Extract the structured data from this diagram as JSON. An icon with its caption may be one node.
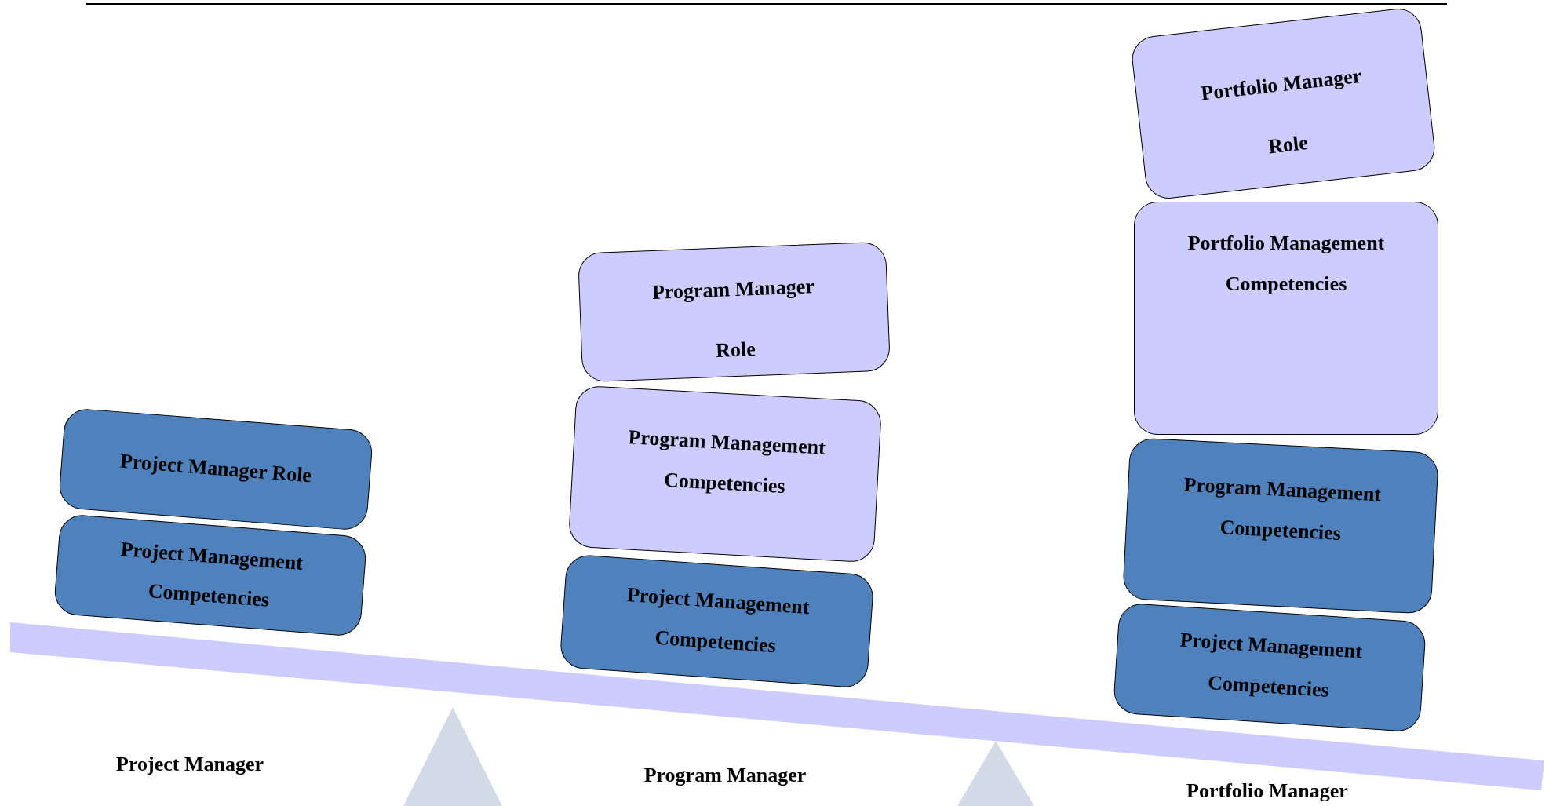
{
  "diagram": {
    "nodes": [
      {
        "text": [
          "Project Manager Role"
        ]
      },
      {
        "text": [
          "Project Management Competencies"
        ]
      },
      {
        "text": [
          "Program Manager Role"
        ]
      },
      {
        "text": [
          "Program Management Competencies"
        ]
      },
      {
        "text": [
          "Project Management Competencies"
        ]
      },
      {
        "text": [
          "Portfolio Manager Role"
        ]
      },
      {
        "text": [
          "Portfolio Management Competencies"
        ]
      },
      {
        "text": [
          "Program Management Competencies"
        ]
      },
      {
        "text": [
          "Project Management Competencies"
        ]
      }
    ],
    "labels": [
      "Project Manager",
      "Program Manager",
      "Portfolio Manager"
    ]
  }
}
